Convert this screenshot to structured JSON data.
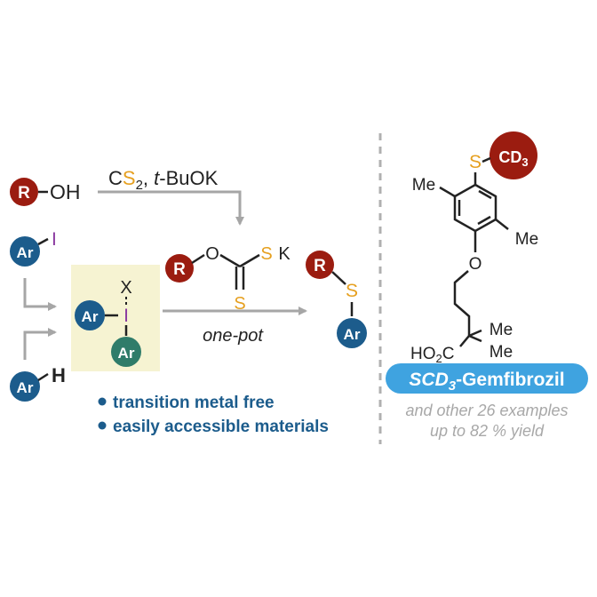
{
  "colors": {
    "r_group": "#9b1c10",
    "ar_group": "#1c5c8c",
    "ar_group_teal": "#2f7c6a",
    "sulfur": "#e6a020",
    "iodine": "#8a3aa0",
    "highlight_box": "#f6f3d2",
    "arrow_gray": "#a6a6a6",
    "divider_gray": "#b0b0b0",
    "bullet_blue": "#1c5c8c",
    "pill_blue": "#3fa3e0",
    "gray_text": "#a8a8a8",
    "bond": "#222222"
  },
  "left": {
    "r_label": "R",
    "oh_label": "OH",
    "ar_label": "Ar",
    "iodine_label": "I",
    "h_label": "H",
    "x_label": "X",
    "reagent_cs": "C",
    "reagent_s": "S",
    "reagent_sub": "2",
    "reagent_rest": ", ",
    "reagent_t": "t",
    "reagent_base": "-BuOK",
    "xanthate_o": "O",
    "xanthate_s": "S",
    "xanthate_k": "K",
    "xanthate_s_bottom": "S",
    "product_s": "S",
    "condition": "one-pot",
    "bullets": [
      "transition metal free",
      "easily accessible materials"
    ]
  },
  "right": {
    "s_label": "S",
    "cd3_main": "CD",
    "cd3_sub": "3",
    "me_labels": [
      "Me",
      "Me",
      "Me",
      "Me"
    ],
    "o_label": "O",
    "ho2c_label": "HO",
    "ho2c_sub": "2",
    "ho2c_c": "C",
    "pill_scd": "SCD",
    "pill_sub": "3",
    "pill_name": "-Gemfibrozil",
    "note_line1": "and other 26 examples",
    "note_line2": "up to 82 % yield"
  }
}
